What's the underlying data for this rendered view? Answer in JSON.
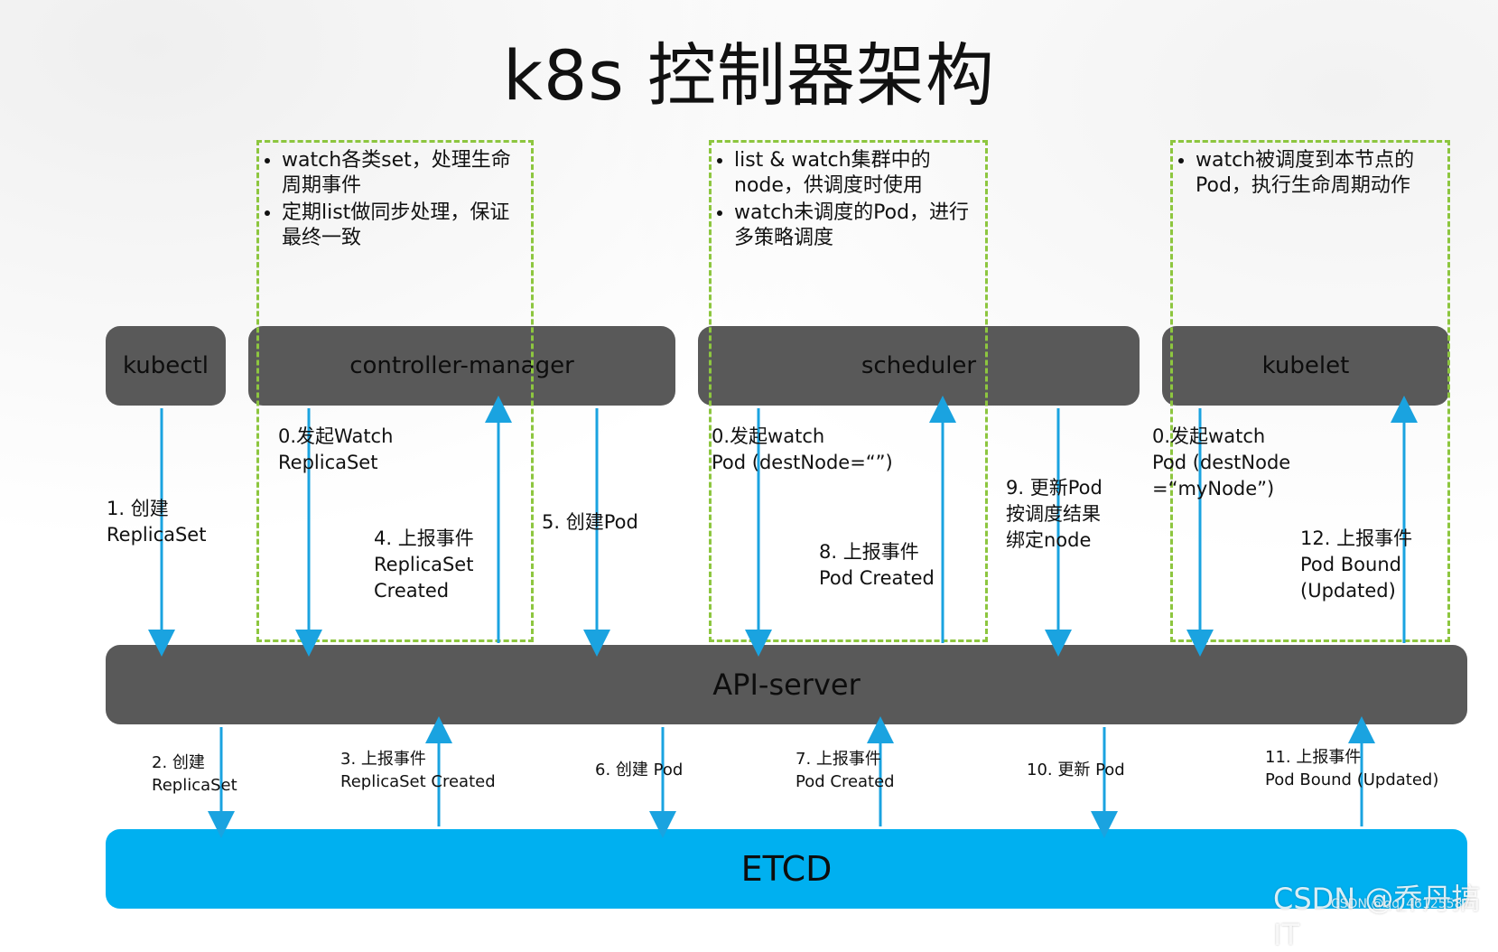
{
  "title": "k8s 控制器架构",
  "notes": {
    "controller": [
      "watch各类set，处理生命周期事件",
      "定期list做同步处理，保证最终一致"
    ],
    "scheduler": [
      "list & watch集群中的node，供调度时使用",
      "watch未调度的Pod，进行多策略调度"
    ],
    "kubelet": [
      "watch被调度到本节点的Pod，执行生命周期动作"
    ]
  },
  "components": {
    "kubectl": "kubectl",
    "controller_manager": "controller-manager",
    "scheduler": "scheduler",
    "kubelet": "kubelet",
    "api_server": "API-server",
    "etcd": "ETCD"
  },
  "upper_labels": {
    "l1": "1. 创建\nReplicaSet",
    "l0a": "0.发起Watch\nReplicaSet",
    "l4": "4. 上报事件\nReplicaSet\nCreated",
    "l5": "5. 创建Pod",
    "l0b": "0.发起watch\nPod (destNode=“”)",
    "l8": "8. 上报事件\nPod Created",
    "l9": "9. 更新Pod\n按调度结果\n绑定node",
    "l0c": "0.发起watch\nPod (destNode\n=“myNode”)",
    "l12": "12. 上报事件\nPod Bound\n(Updated)"
  },
  "lower_labels": {
    "l2": "2. 创建\nReplicaSet",
    "l3": "3. 上报事件\nReplicaSet Created",
    "l6": "6. 创建 Pod",
    "l7": "7. 上报事件\nPod Created",
    "l10": "10. 更新 Pod",
    "l11": "11. 上报事件\nPod Bound (Updated)"
  },
  "watermark": {
    "main": "CSDN @乔丹搞IT",
    "sub": "CSDN @qq_46125587"
  },
  "colors": {
    "box": "#595959",
    "etcd": "#00b0f0",
    "arrow": "#1aa3e0",
    "dashed": "#8dc63f"
  }
}
